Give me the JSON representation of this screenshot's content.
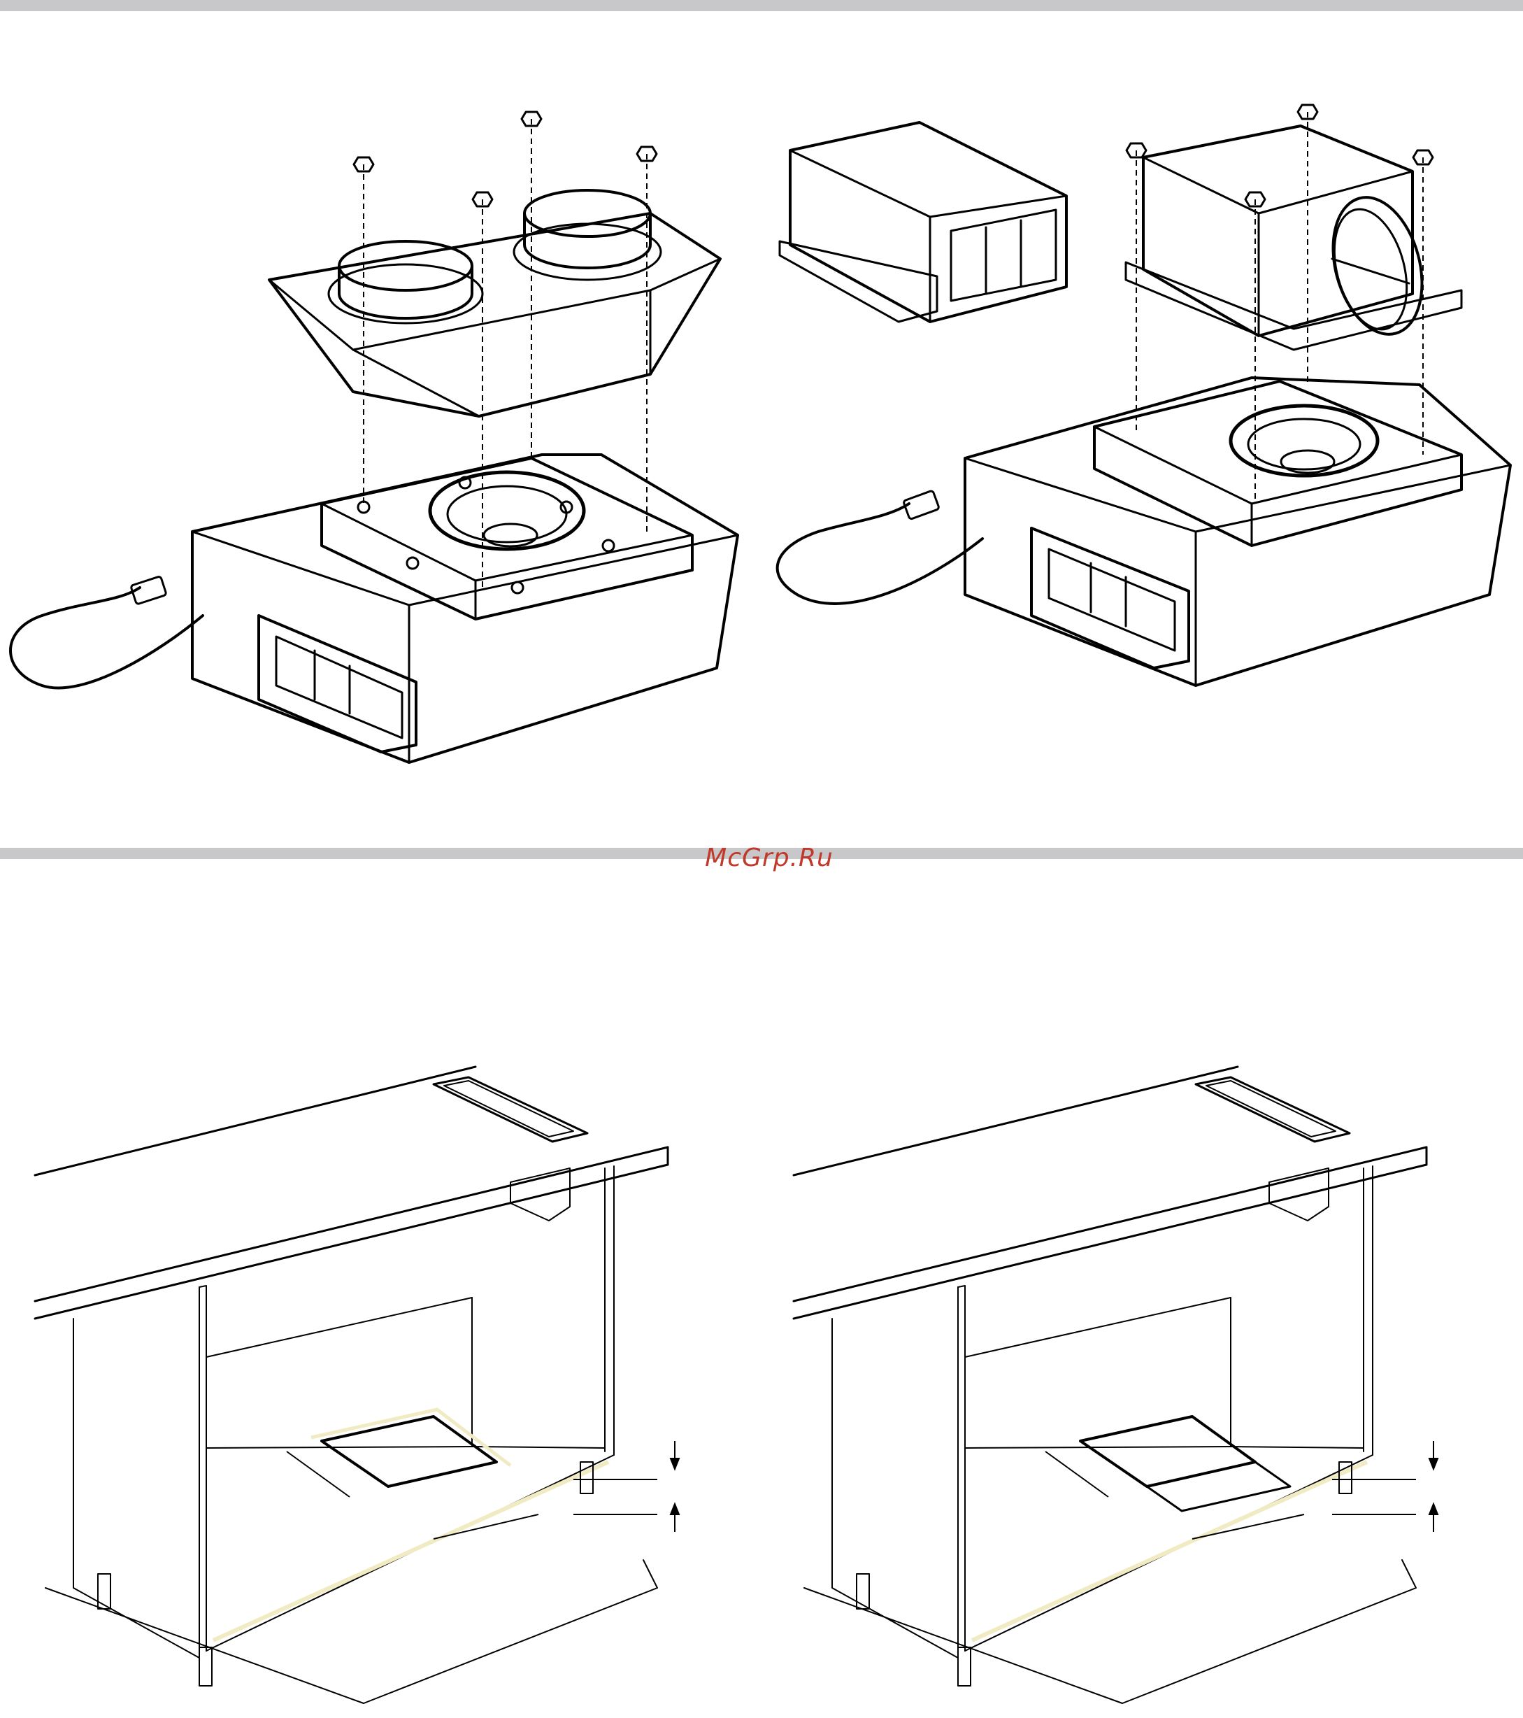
{
  "watermark": {
    "text": "McGrp.Ru"
  },
  "colors": {
    "body_fill": "#fbf6d6",
    "shade_fill": "#f1ebc4",
    "cutout_fill": "#f3dcc2",
    "band_color": "#c8c8ca",
    "watermark_color": "#c0392b"
  },
  "figures": [
    {
      "id": "blower-round-adapter",
      "kind": "illustration"
    },
    {
      "id": "blower-remote-motor",
      "kind": "illustration"
    },
    {
      "id": "cabinet-cutout-a",
      "kind": "illustration"
    },
    {
      "id": "cabinet-cutout-b",
      "kind": "illustration"
    }
  ]
}
